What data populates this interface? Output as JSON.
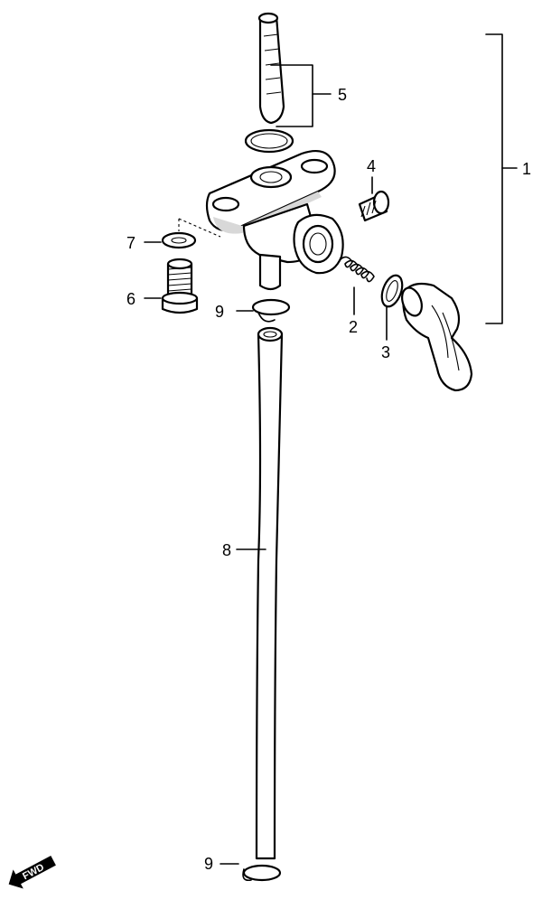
{
  "callouts": {
    "c1": "1",
    "c2": "2",
    "c3": "3",
    "c4": "4",
    "c5": "5",
    "c6": "6",
    "c7": "7",
    "c8": "8",
    "c9a": "9",
    "c9b": "9"
  },
  "fwd_badge": "FWD"
}
